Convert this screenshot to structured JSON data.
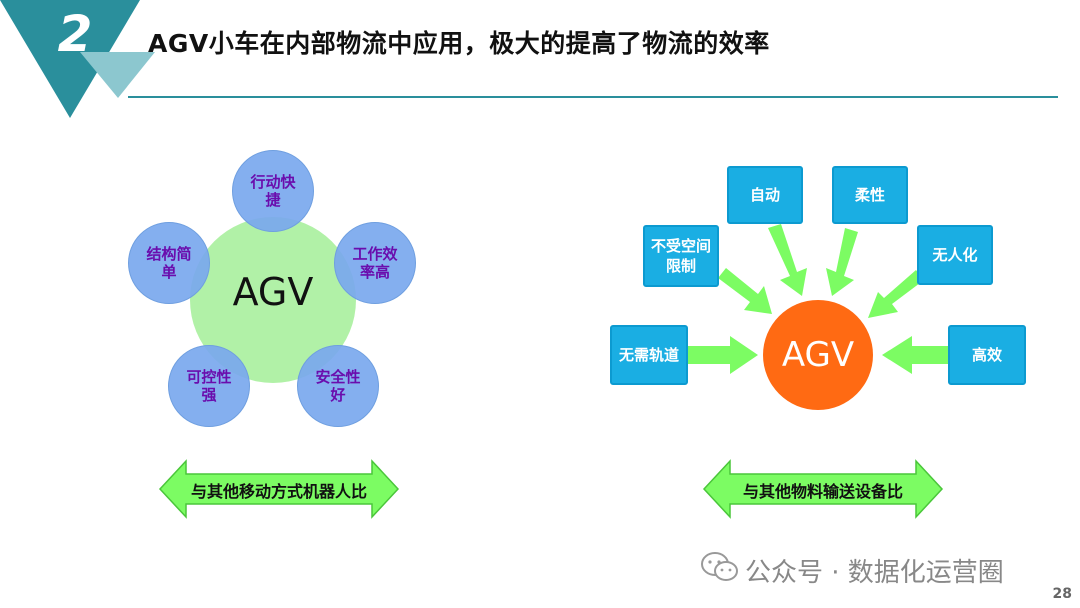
{
  "slide": {
    "number": "2",
    "title": "AGV小车在内部物流中应用，极大的提高了物流的效率",
    "page_number": "28"
  },
  "left_diagram": {
    "center": "AGV",
    "petals": [
      {
        "label_lines": [
          "行动快",
          "捷"
        ]
      },
      {
        "label_lines": [
          "工作效",
          "率高"
        ]
      },
      {
        "label_lines": [
          "安全性",
          "好"
        ]
      },
      {
        "label_lines": [
          "可控性",
          "强"
        ]
      },
      {
        "label_lines": [
          "结构简",
          "单"
        ]
      }
    ],
    "arrow_label": "与其他移动方式机器人比"
  },
  "right_diagram": {
    "center": "AGV",
    "boxes": [
      {
        "label_lines": [
          "自动"
        ]
      },
      {
        "label_lines": [
          "柔性"
        ]
      },
      {
        "label_lines": [
          "不受空间",
          "限制"
        ]
      },
      {
        "label_lines": [
          "无人化"
        ]
      },
      {
        "label_lines": [
          "无需轨道"
        ]
      },
      {
        "label_lines": [
          "高效"
        ]
      }
    ],
    "arrow_label": "与其他物料输送设备比"
  },
  "watermark": {
    "text": "公众号 · 数据化运营圈",
    "icon": "wechat-icon"
  },
  "colors": {
    "teal_dark": "#2a8f9c",
    "teal_light": "#8cc7cf",
    "petal_blue": "#7aa8ee",
    "petal_text": "#6a0dad",
    "center_green": "#aaf0a0",
    "box_blue": "#1aaee3",
    "arrow_green": "#7cfc63",
    "agv_orange": "#ff6a13"
  }
}
